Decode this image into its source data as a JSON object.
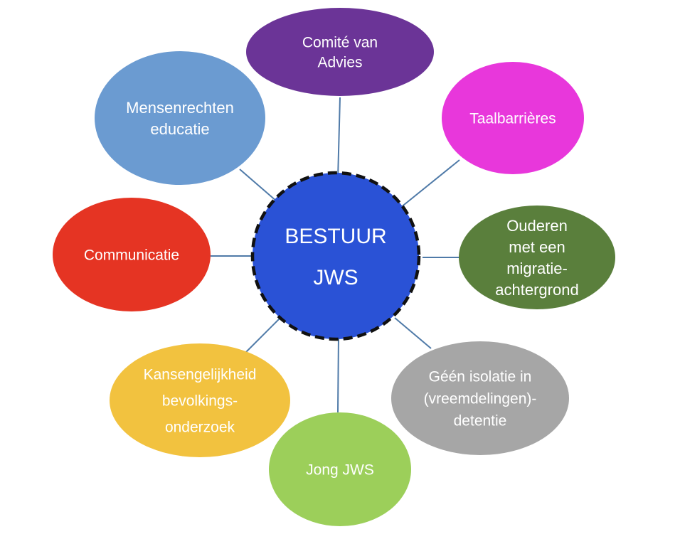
{
  "center": {
    "lines": [
      "BESTUUR",
      "JWS"
    ],
    "color": "#2a52d6"
  },
  "nodes": [
    {
      "id": "comite-van-advies",
      "lines": [
        "Comité van",
        "Advies"
      ],
      "color": "#6b3497"
    },
    {
      "id": "taalbarrieres",
      "lines": [
        "Taalbarrières"
      ],
      "color": "#e837db"
    },
    {
      "id": "ouderen-migratieachtergrond",
      "lines": [
        "Ouderen",
        "met een",
        "migratie-",
        "achtergrond"
      ],
      "color": "#5a7f3c"
    },
    {
      "id": "geen-isolatie-detentie",
      "lines": [
        "Géén isolatie in",
        "(vreemdelingen)-",
        "detentie"
      ],
      "color": "#a6a6a6"
    },
    {
      "id": "jong-jws",
      "lines": [
        "Jong JWS"
      ],
      "color": "#9ccf5a"
    },
    {
      "id": "kansengelijkheid",
      "lines": [
        "Kansengelijkheid",
        "bevolkings-",
        "onderzoek"
      ],
      "color": "#f2c23f"
    },
    {
      "id": "communicatie",
      "lines": [
        "Communicatie"
      ],
      "color": "#e53423"
    },
    {
      "id": "mensenrechten-educatie",
      "lines": [
        "Mensenrechten",
        "educatie"
      ],
      "color": "#6b9bd1"
    }
  ],
  "connector_color": "#4f7aa8"
}
